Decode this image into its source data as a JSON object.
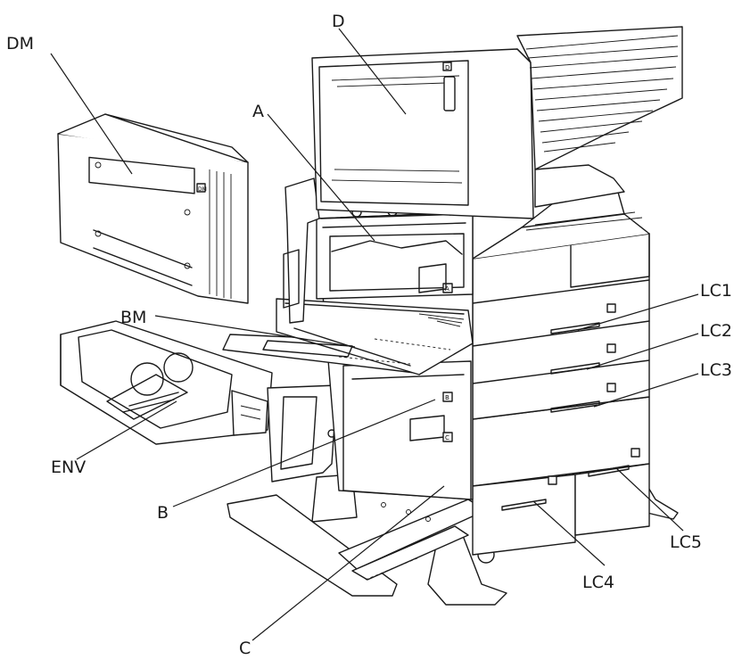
{
  "labels": {
    "dm": "DM",
    "d": "D",
    "a": "A",
    "bm": "BM",
    "env": "ENV",
    "b": "B",
    "c": "C",
    "lc1": "LC1",
    "lc2": "LC2",
    "lc3": "LC3",
    "lc4": "LC4",
    "lc5": "LC5"
  },
  "cover_marks": {
    "a": "A",
    "b": "B",
    "c": "C",
    "d": "D",
    "dm": "DM"
  }
}
